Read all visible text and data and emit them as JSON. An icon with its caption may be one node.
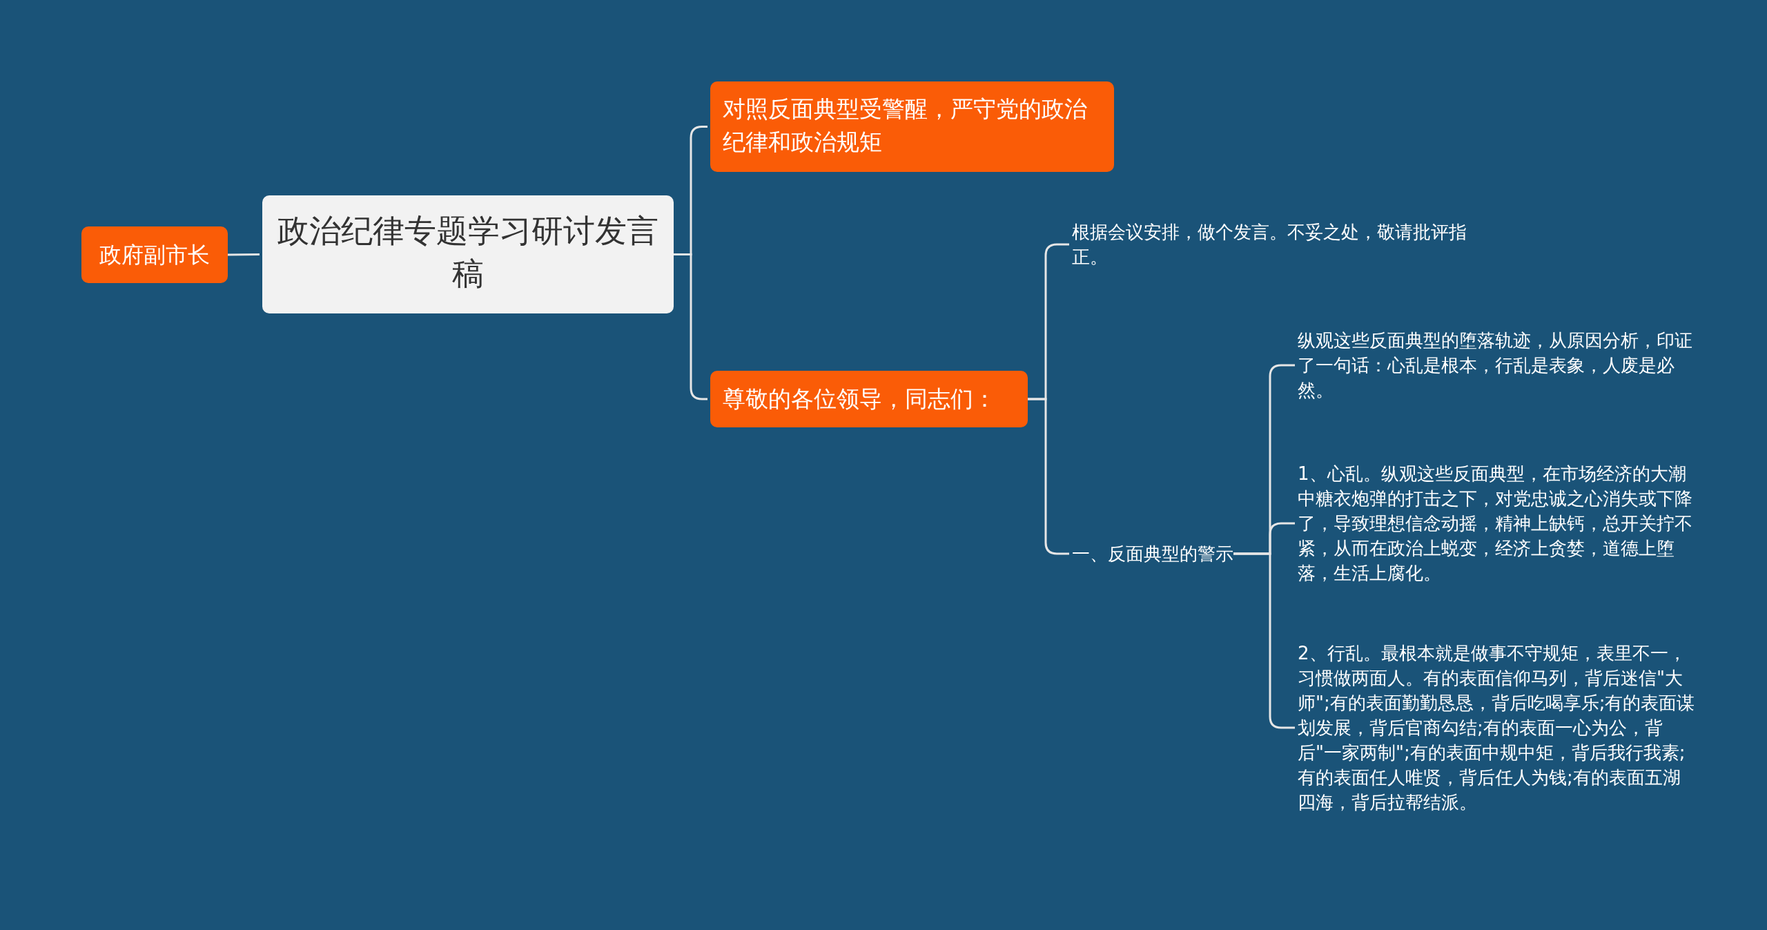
{
  "diagram": {
    "nodes": [
      {
        "text": [
          "政府副市长"
        ]
      },
      {
        "text": [
          "政治纪律专题学习研讨发言稿"
        ]
      },
      {
        "text": [
          "对照反面典型受警醒，严守党的政治纪律和政治规矩"
        ]
      },
      {
        "text": [
          "尊敬的各位领导，同志们："
        ]
      },
      {
        "text": [
          "根据会议安排，做个发言。不妥之处，敬请批评指正。"
        ]
      },
      {
        "text": [
          "一、反面典型的警示"
        ]
      },
      {
        "text": [
          "纵观这些反面典型的堕落轨迹，从原因分析，印证了一句话：心乱是根本，行乱是表象，人废是必然。"
        ]
      },
      {
        "text": [
          "1、心乱。纵观这些反面典型，在市场经济的大潮中糖衣炮弹的打击之下，对党忠诚之心消失或下降了，导致理想信念动摇，精神上缺钙，总开关拧不紧，从而在政治上蜕变，经济上贪婪，道德上堕落，生活上腐化。"
        ]
      },
      {
        "text": [
          "2、行乱。最根本就是做事不守规矩，表里不一，习惯做两面人。有的表面信仰马列，背后迷信\"大师\";有的表面勤勤恳恳，背后吃喝享乐;有的表面谋划发展，背后官商勾结;有的表面一心为公，背后\"一家两制\";有的表面中规中矩，背后我行我素;有的表面任人唯贤，背后任人为钱;有的表面五湖四海，背后拉帮结派。"
        ]
      }
    ],
    "edges": [
      {
        "from": 0,
        "to": 1,
        "arrow": "none"
      },
      {
        "from": 1,
        "to": 2,
        "arrow": "none"
      },
      {
        "from": 1,
        "to": 3,
        "arrow": "none"
      },
      {
        "from": 3,
        "to": 4,
        "arrow": "none"
      },
      {
        "from": 3,
        "to": 5,
        "arrow": "none"
      },
      {
        "from": 5,
        "to": 6,
        "arrow": "none"
      },
      {
        "from": 5,
        "to": 7,
        "arrow": "none"
      },
      {
        "from": 5,
        "to": 8,
        "arrow": "none"
      }
    ]
  }
}
